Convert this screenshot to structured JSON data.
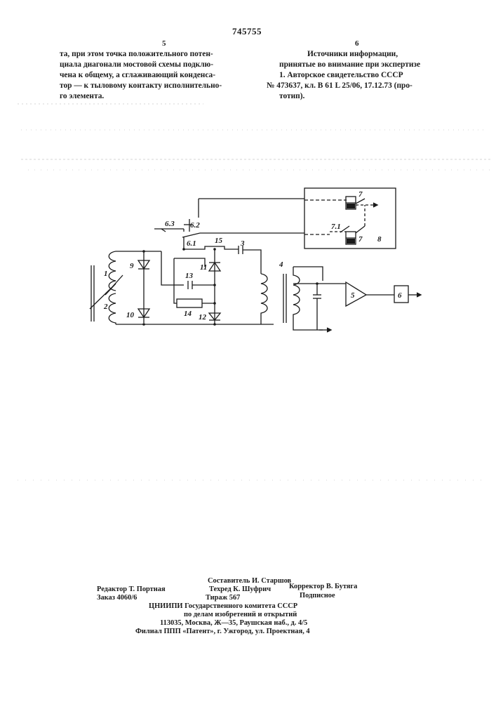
{
  "header": {
    "patent_number": "745755",
    "left_column_number": "5",
    "right_column_number": "6"
  },
  "left_column": {
    "lines": [
      "та, при этом точка положительного потен-",
      "циала диагонали мостовой схемы подклю-",
      "чена к общему, а сглаживающий конденса-",
      "тор — к тыловому контакту исполнительно-",
      "го элемента."
    ]
  },
  "right_column": {
    "heading_1": "Источники информации,",
    "heading_2": "принятые во внимание при экспертизе",
    "ref_line_1": "1. Авторское свидетельство СССР",
    "ref_line_2": "№ 473637, кл. В 61 L 25/06, 17.12.73 (про-",
    "ref_line_3": "тотип)."
  },
  "diagram": {
    "labels": {
      "l1": "1",
      "l2": "2",
      "l3": "3",
      "l4": "4",
      "l5": "5",
      "l6": "6",
      "l7a": "7",
      "l7b": "7",
      "l71": "7.1",
      "l8": "8",
      "l9": "9",
      "l10": "10",
      "l11": "11",
      "l12": "12",
      "l13": "13",
      "l14": "14",
      "l15": "15",
      "l61": "6.1",
      "l62": "6.2",
      "l63": "6.3"
    }
  },
  "footer": {
    "compiler": "Составитель И. Старшов",
    "editor": "Редактор Т. Портная",
    "techred": "Техред К. Шуфрич",
    "corrector": "Корректор В. Бутяга",
    "order": "Заказ 4060/6",
    "circulation": "Тираж 567",
    "subscription": "Подписное",
    "org_line_1": "ЦНИИПИ Государственного комитета СССР",
    "org_line_2": "по делам изобретений и открытий",
    "org_line_3": "113035, Москва, Ж—35, Раушская наб., д. 4/5",
    "org_line_4": "Филиал ППП «Патент», г. Ужгород, ул. Проектная, 4"
  }
}
